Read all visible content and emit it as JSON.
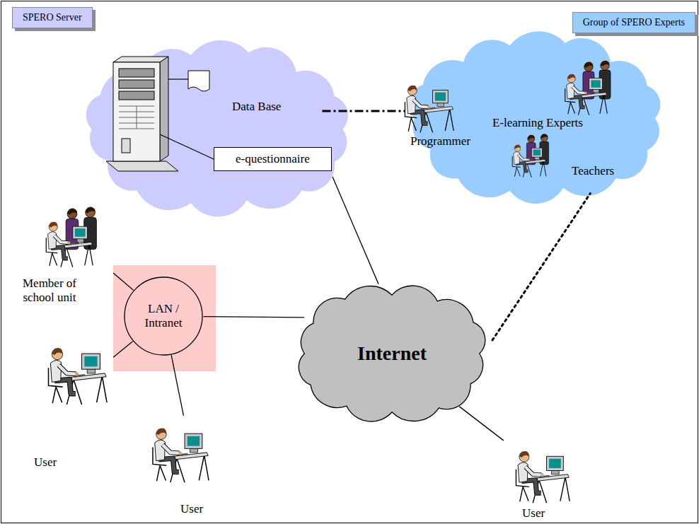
{
  "diagram": {
    "nodes": [
      {
        "text": [
          "SPERO Server"
        ]
      },
      {
        "text": [
          "Group of SPERO Experts"
        ]
      },
      {
        "text": [
          "Data Base"
        ]
      },
      {
        "text": [
          "e-questionnaire"
        ],
        "in": 2
      },
      {
        "text": [
          "Programmer",
          "E-learning Experts",
          "Teachers"
        ]
      },
      {
        "text": [
          "Member of school unit"
        ]
      },
      {
        "text": [
          "LAN / Intranet"
        ]
      },
      {
        "text": [
          "Internet"
        ]
      },
      {
        "text": [
          "User"
        ]
      },
      {
        "text": [
          "User"
        ]
      },
      {
        "text": [
          "User"
        ]
      }
    ],
    "edges": [
      {
        "from": 2,
        "to": 4,
        "arrow": "none"
      },
      {
        "from": 2,
        "to": 7,
        "arrow": "none"
      },
      {
        "from": 7,
        "to": 4,
        "arrow": "none"
      },
      {
        "from": 6,
        "to": 5,
        "arrow": "none"
      },
      {
        "from": 6,
        "to": 8,
        "arrow": "none"
      },
      {
        "from": 6,
        "to": 9,
        "arrow": "none"
      },
      {
        "from": 6,
        "to": 7,
        "arrow": "none"
      },
      {
        "from": 7,
        "to": 10,
        "arrow": "none"
      }
    ]
  }
}
